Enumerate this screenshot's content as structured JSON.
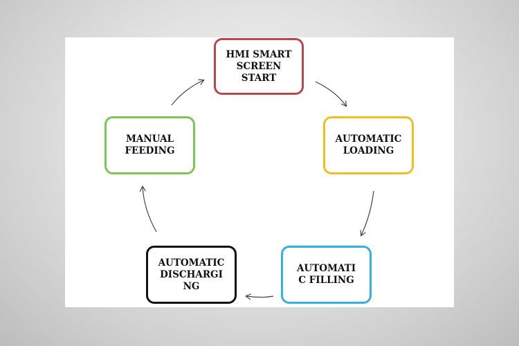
{
  "diagram": {
    "nodes": [
      {
        "id": "hmi",
        "label": "HMI SMART\nSCREEN\nSTART",
        "border_color": "#b5484b"
      },
      {
        "id": "loading",
        "label": "AUTOMATIC\nLOADING",
        "border_color": "#f2be1e"
      },
      {
        "id": "filling",
        "label": "AUTOMATI\nC FILLING",
        "border_color": "#33b1e0"
      },
      {
        "id": "discharging",
        "label": "AUTOMATIC\nDISCHARGI\nNG",
        "border_color": "#111111"
      },
      {
        "id": "feeding",
        "label": "MANUAL\nFEEDING",
        "border_color": "#7cc556"
      }
    ],
    "edges": [
      {
        "from": "hmi",
        "to": "loading"
      },
      {
        "from": "loading",
        "to": "filling"
      },
      {
        "from": "filling",
        "to": "discharging"
      },
      {
        "from": "discharging",
        "to": "feeding"
      },
      {
        "from": "feeding",
        "to": "hmi"
      }
    ],
    "arrow_color": "#444444"
  }
}
